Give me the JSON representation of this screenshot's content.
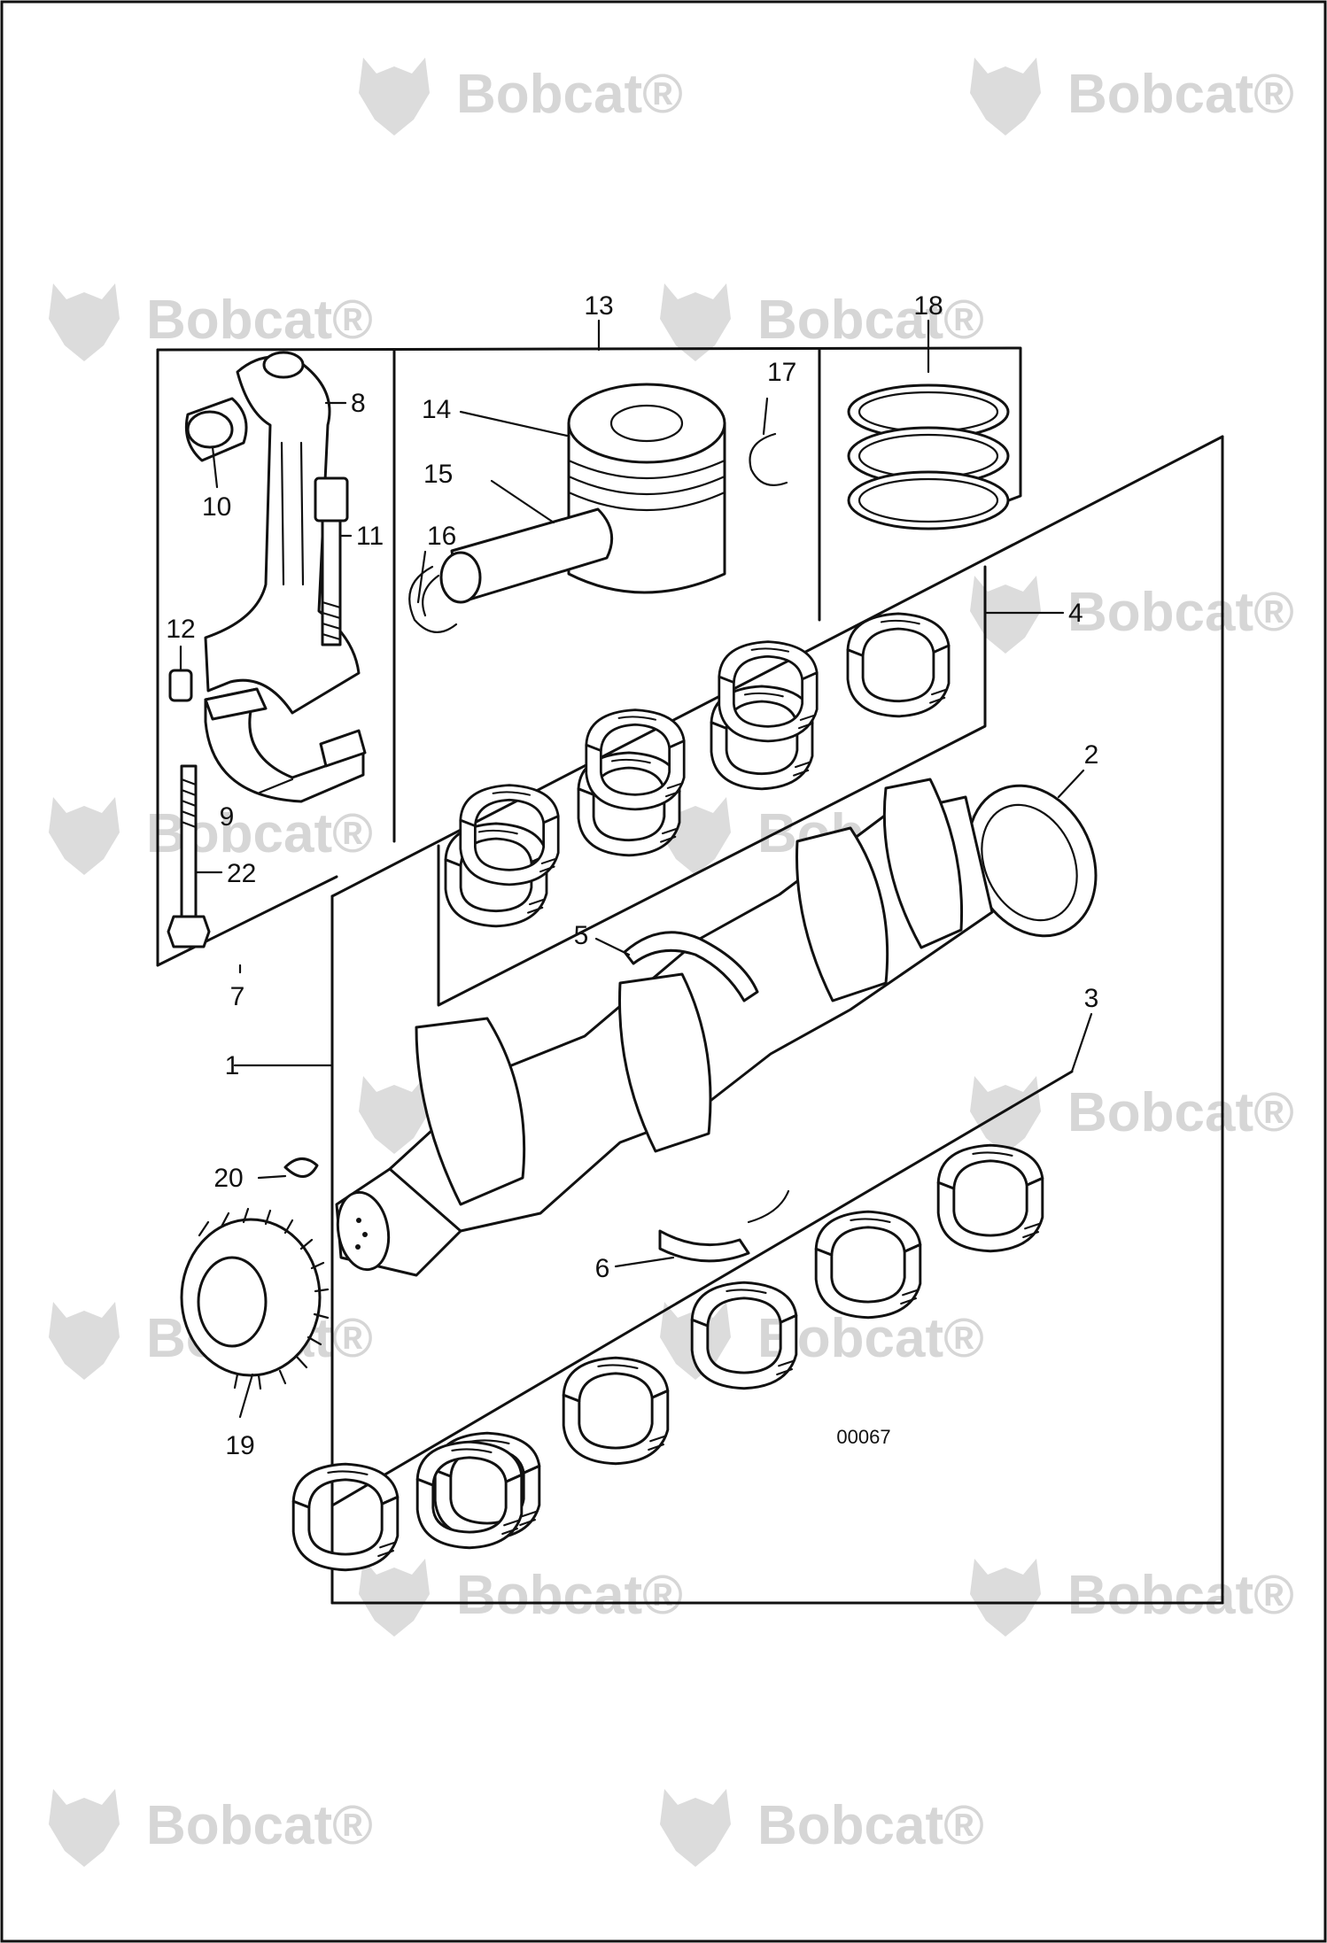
{
  "watermark": {
    "brand": "Bobcat",
    "registered": "®",
    "color": "#d6d6d6"
  },
  "diagram": {
    "code": "00067",
    "callouts": [
      {
        "id": "1",
        "label": "1"
      },
      {
        "id": "2",
        "label": "2"
      },
      {
        "id": "3",
        "label": "3"
      },
      {
        "id": "4",
        "label": "4"
      },
      {
        "id": "5",
        "label": "5"
      },
      {
        "id": "6",
        "label": "6"
      },
      {
        "id": "7",
        "label": "7"
      },
      {
        "id": "8",
        "label": "8"
      },
      {
        "id": "9",
        "label": "9"
      },
      {
        "id": "10",
        "label": "10"
      },
      {
        "id": "11",
        "label": "11"
      },
      {
        "id": "12",
        "label": "12"
      },
      {
        "id": "13",
        "label": "13"
      },
      {
        "id": "14",
        "label": "14"
      },
      {
        "id": "15",
        "label": "15"
      },
      {
        "id": "16",
        "label": "16"
      },
      {
        "id": "17",
        "label": "17"
      },
      {
        "id": "18",
        "label": "18"
      },
      {
        "id": "19",
        "label": "19"
      },
      {
        "id": "20",
        "label": "20"
      },
      {
        "id": "22",
        "label": "22"
      }
    ]
  }
}
